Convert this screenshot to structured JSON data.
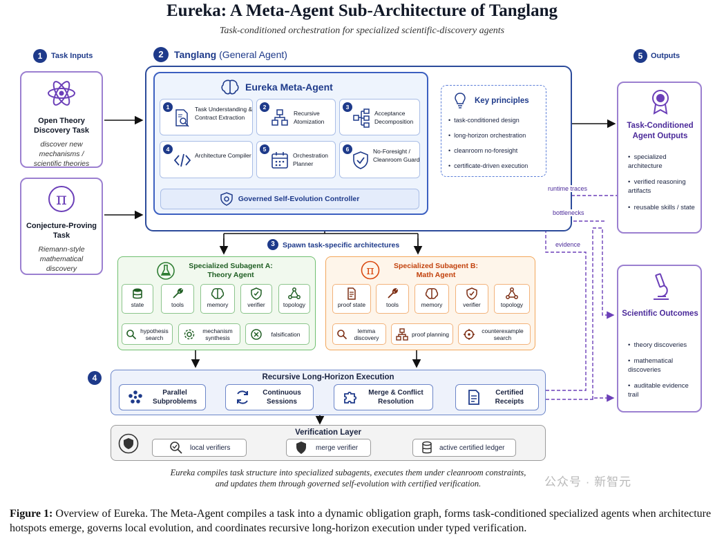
{
  "title": "Eureka: A Meta-Agent Sub-Architecture of Tanglang",
  "subtitle": "Task-conditioned orchestration for specialized scientific-discovery agents",
  "step1": {
    "num": "1",
    "label": "Task Inputs"
  },
  "step2": {
    "num": "2",
    "label": "Tanglang",
    "label_paren": "(General Agent)"
  },
  "step3": {
    "num": "3",
    "label": "Spawn task-specific architectures"
  },
  "step4": {
    "num": "4"
  },
  "step5": {
    "num": "5",
    "label": "Outputs"
  },
  "inputs": [
    {
      "title": "Open Theory Discovery Task",
      "desc": "discover new mechanisms / scientific theories",
      "icon": "atom-icon"
    },
    {
      "title": "Conjecture-Proving Task",
      "desc": "Riemann-style mathematical discovery",
      "icon": "pi-icon"
    }
  ],
  "meta_agent": {
    "title": "Eureka Meta-Agent",
    "cells": [
      {
        "num": "1",
        "label": "Task Understanding & Contract Extraction",
        "icon": "document-search-icon"
      },
      {
        "num": "2",
        "label": "Recursive Atomization",
        "icon": "hierarchy-icon"
      },
      {
        "num": "3",
        "label": "Acceptance Decomposition",
        "icon": "branch-icon"
      },
      {
        "num": "4",
        "label": "Architecture Compiler",
        "icon": "code-icon"
      },
      {
        "num": "5",
        "label": "Orchestration Planner",
        "icon": "calendar-icon"
      },
      {
        "num": "6",
        "label": "No-Foresight / Cleanroom Guard",
        "icon": "shield-check-icon"
      }
    ],
    "controller": "Governed Self-Evolution Controller"
  },
  "principles": {
    "title": "Key principles",
    "items": [
      "task-conditioned design",
      "long-horizon orchestration",
      "cleanroom no-foresight",
      "certificate-driven execution"
    ]
  },
  "outputs": [
    {
      "title": "Task-Conditioned Agent Outputs",
      "icon": "award-badge-icon",
      "items": [
        "specialized architecture",
        "verified reasoning artifacts",
        "reusable skills / state"
      ]
    },
    {
      "title": "Scientific Outcomes",
      "icon": "microscope-icon",
      "items": [
        "theory discoveries",
        "mathematical discoveries",
        "auditable evidence trail"
      ]
    }
  ],
  "feedback_labels": [
    "runtime traces",
    "bottlenecks",
    "evidence"
  ],
  "subagent_a": {
    "title_line1": "Specialized Subagent A:",
    "title_line2": "Theory Agent",
    "tools": [
      "state",
      "tools",
      "memory",
      "verifier",
      "topology"
    ],
    "actions": [
      "hypothesis search",
      "mechanism synthesis",
      "falsification"
    ],
    "accent": "#2e7d32"
  },
  "subagent_b": {
    "title_line1": "Specialized Subagent B:",
    "title_line2": "Math Agent",
    "tools": [
      "proof state",
      "tools",
      "memory",
      "verifier",
      "topology"
    ],
    "actions": [
      "lemma discovery",
      "proof planning",
      "counterexample search"
    ],
    "accent": "#d9480f"
  },
  "execution": {
    "title": "Recursive Long-Horizon Execution",
    "stages": [
      "Parallel Subproblems",
      "Continuous Sessions",
      "Merge & Conflict Resolution",
      "Certified Receipts"
    ]
  },
  "verification": {
    "title": "Verification Layer",
    "items": [
      "local verifiers",
      "merge verifier",
      "active certified ledger"
    ]
  },
  "bottom_caption_line1": "Eureka compiles task structure into specialized subagents, executes them under cleanroom constraints,",
  "bottom_caption_line2": "and updates them through governed self-evolution with certified verification.",
  "figure_caption_label": "Figure 1:",
  "figure_caption_text": "Overview of Eureka. The Meta-Agent compiles a task into a dynamic obligation graph, forms task-conditioned specialized agents when architecture hotspots emerge, governs local evolution, and coordinates recursive long-horizon execution under typed verification.",
  "watermark": "公众号 · 新智元"
}
